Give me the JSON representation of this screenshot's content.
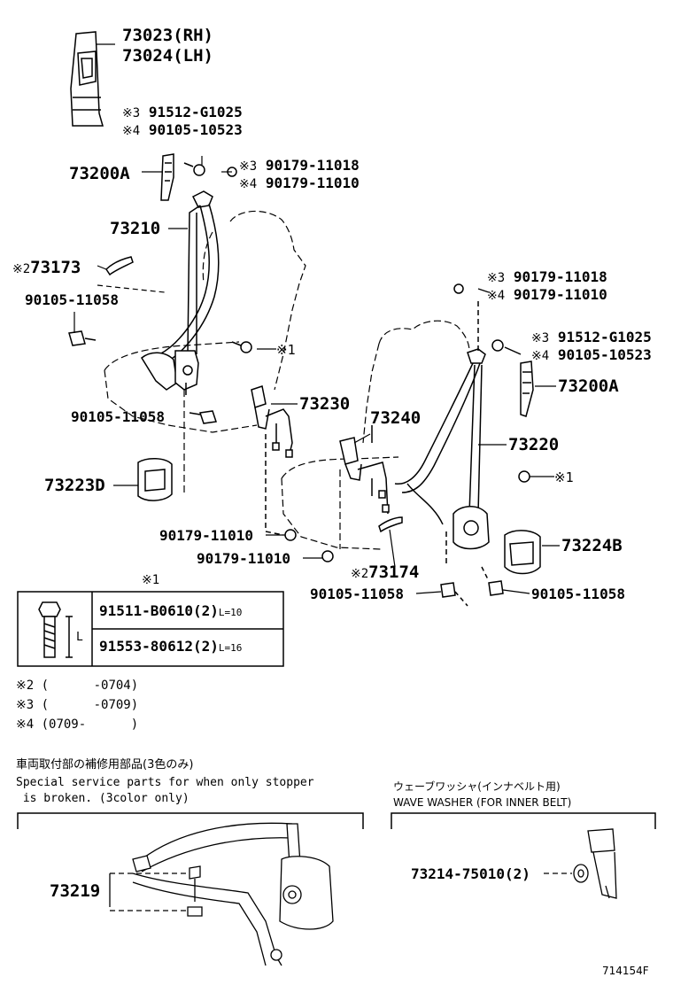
{
  "labels": {
    "p73023": "73023(RH)",
    "p73024": "73024(LH)",
    "top_bolt_3": "91512-G1025",
    "top_bolt_4": "90105-10523",
    "top_nut_3": "90179-11018",
    "top_nut_4": "90179-11010",
    "p73200A_left": "73200A",
    "p73210": "73210",
    "p73173": "73173",
    "left_bolt_upper": "90105-11058",
    "left_bolt_lower": "90105-11058",
    "x1_left": "※1",
    "p73230": "73230",
    "p73223D": "73223D",
    "bottom_nut_a": "90179-11010",
    "bottom_nut_b": "90179-11010",
    "p73240": "73240",
    "right_nut_3": "90179-11018",
    "right_nut_4": "90179-11010",
    "right_bolt_3": "91512-G1025",
    "right_bolt_4": "90105-10523",
    "p73200A_right": "73200A",
    "p73220": "73220",
    "x1_right": "※1",
    "p73224B": "73224B",
    "p73174": "73174",
    "bottom_bolt_left": "90105-11058",
    "bottom_bolt_right": "90105-11058",
    "p73219": "73219",
    "p73214": "73214-75010(2)",
    "drawing_id": "714154F"
  },
  "marks": {
    "m3": "※3",
    "m4": "※4",
    "m2": "※2",
    "m1": "※1"
  },
  "table": {
    "title": "※1",
    "row1": "91511-B0610(2)",
    "row1_len": "L=10",
    "row2": "91553-80612(2)",
    "row2_len": "L=16",
    "dim_label": "L"
  },
  "footnotes": [
    "※2 (      -0704)",
    "※3 (      -0709)",
    "※4 (0709-      )"
  ],
  "service": {
    "jp_title": "車両取付部の補修用部品(3色のみ)",
    "en_line1": "Special service parts for when only stopper",
    "en_line2": " is broken. (3color only)"
  },
  "washer": {
    "jp_title": "ウェーブワッシャ(インナベルト用)",
    "en_title": "WAVE WASHER (FOR INNER BELT)"
  }
}
